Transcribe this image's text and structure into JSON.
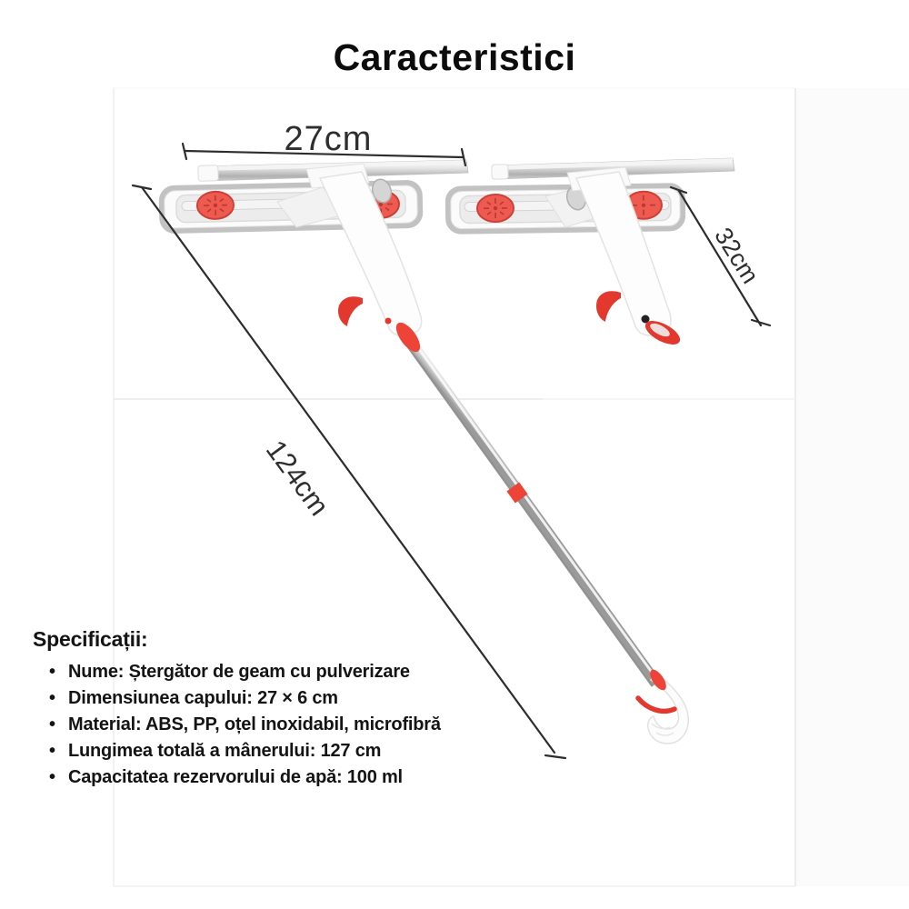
{
  "title": "Caracteristici",
  "dimension_labels": {
    "head_width": "27cm",
    "handle_length": "32cm",
    "pole_length": "124cm"
  },
  "specifications": {
    "heading": "Specificații:",
    "bullet_glyph": "•",
    "items": [
      "Nume: Ștergător de geam cu pulverizare",
      "Dimensiunea capului: 27 × 6 cm",
      "Material: ABS, PP, oțel inoxidabil, microfibră",
      "Lungimea totală a mânerului: 127 cm",
      "Capacitatea rezervorului de apă: 100 ml"
    ]
  },
  "colors": {
    "accent_red": "#e8433a",
    "button_red": "#ee5a50",
    "text": "#141414",
    "dimension_line": "#2d2d2d"
  }
}
